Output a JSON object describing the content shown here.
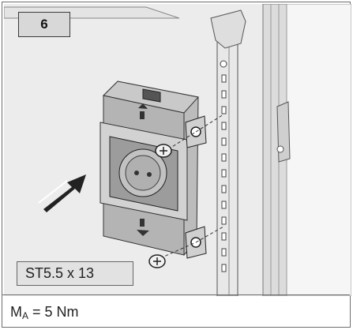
{
  "step": {
    "number": "6"
  },
  "screw": {
    "label": "ST5.5 x 13"
  },
  "torque": {
    "symbol": "M",
    "subscript": "A",
    "value": " = 5 Nm"
  }
}
